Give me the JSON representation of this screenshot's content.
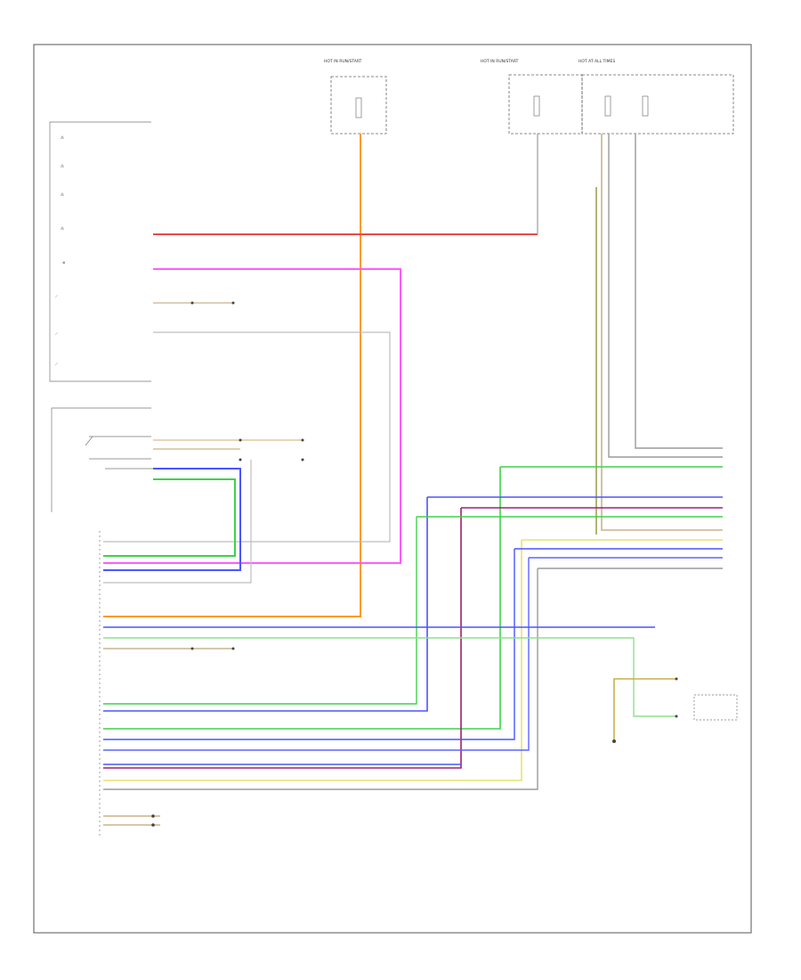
{
  "footer": {
    "code": ""
  },
  "top_boxes": [
    {
      "id": "left",
      "lines": [
        "HOT IN RUN/START",
        "",
        ""
      ]
    },
    {
      "id": "mid",
      "lines": [
        "HOT IN RUN/START",
        "",
        ""
      ]
    },
    {
      "id": "right",
      "lines": [
        "HOT AT ALL TIMES",
        "",
        ""
      ]
    }
  ],
  "left_panel": {
    "items": [
      "",
      "",
      "",
      "",
      "",
      "",
      "",
      ""
    ],
    "caption": ""
  },
  "colors": {
    "orange": "#ff9a1e",
    "red": "#e84a4a",
    "magenta": "#ff5cff",
    "blue": "#4a55ff",
    "green": "#3fd24a",
    "purple": "#a0206e",
    "yellow": "#e6e36a",
    "tan": "#c8b48c",
    "gray": "#9a9a9a",
    "olive": "#a0a050",
    "lightgreen": "#8ee08e"
  }
}
